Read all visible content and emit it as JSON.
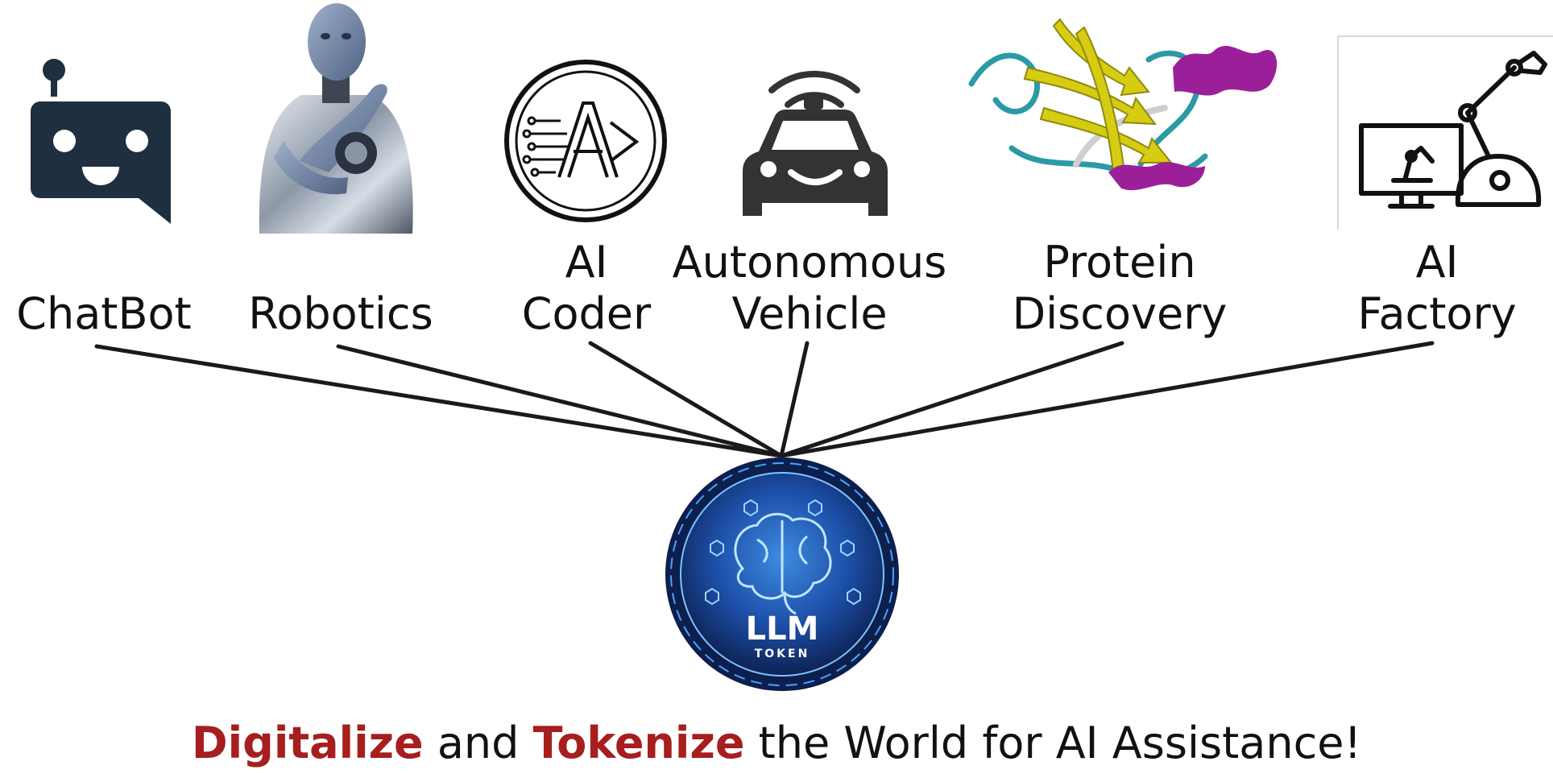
{
  "applications": [
    {
      "id": "chatbot",
      "lines": [
        "ChatBot"
      ],
      "icon": "chatbot-icon"
    },
    {
      "id": "robotics",
      "lines": [
        "Robotics"
      ],
      "icon": "humanoid-robot-icon"
    },
    {
      "id": "ai-coder",
      "lines": [
        "AI",
        "Coder"
      ],
      "icon": "ai-coder-icon"
    },
    {
      "id": "autonomous-vehicle",
      "lines": [
        "Autonomous",
        "Vehicle"
      ],
      "icon": "autonomous-car-icon"
    },
    {
      "id": "protein-discovery",
      "lines": [
        "Protein",
        "Discovery"
      ],
      "icon": "protein-structure-icon"
    },
    {
      "id": "ai-factory",
      "lines": [
        "AI",
        "Factory"
      ],
      "icon": "robot-arm-factory-icon"
    }
  ],
  "hub": {
    "title": "LLM",
    "subtitle": "TOKEN",
    "icon": "llm-brain-icon"
  },
  "tagline": {
    "word1": "Digitalize",
    "and": "and",
    "word2": "Tokenize",
    "rest": "the World for AI Assistance!"
  },
  "colors": {
    "accent": "#a61e1e",
    "ink": "#111111",
    "hub_dark": "#0c1f4d",
    "hub_light": "#2f78d8",
    "icon_dark": "#1e2f3f"
  }
}
